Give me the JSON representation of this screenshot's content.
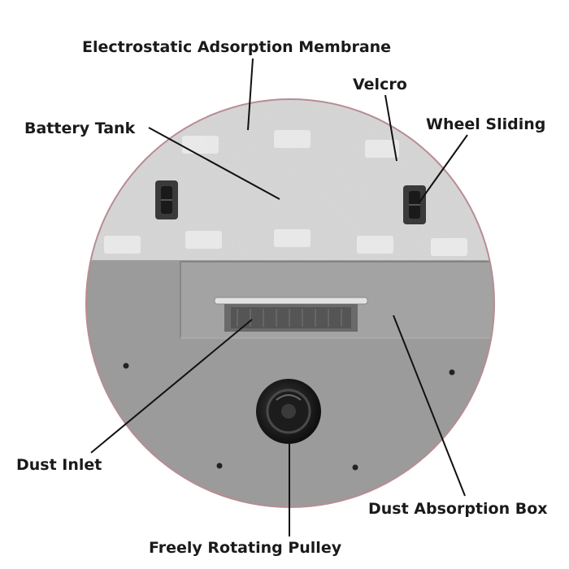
{
  "labels": {
    "membrane": "Electrostatic Adsorption Membrane",
    "velcro": "Velcro",
    "battery": "Battery Tank",
    "wheel": "Wheel Sliding",
    "inlet": "Dust Inlet",
    "box": "Dust Absorption Box",
    "pulley": "Freely Rotating Pulley"
  },
  "device": {
    "pad_color": "#d9d9d9",
    "body_color": "#9b9b9b",
    "rim_color": "#b88c92",
    "line_color": "#111111"
  }
}
